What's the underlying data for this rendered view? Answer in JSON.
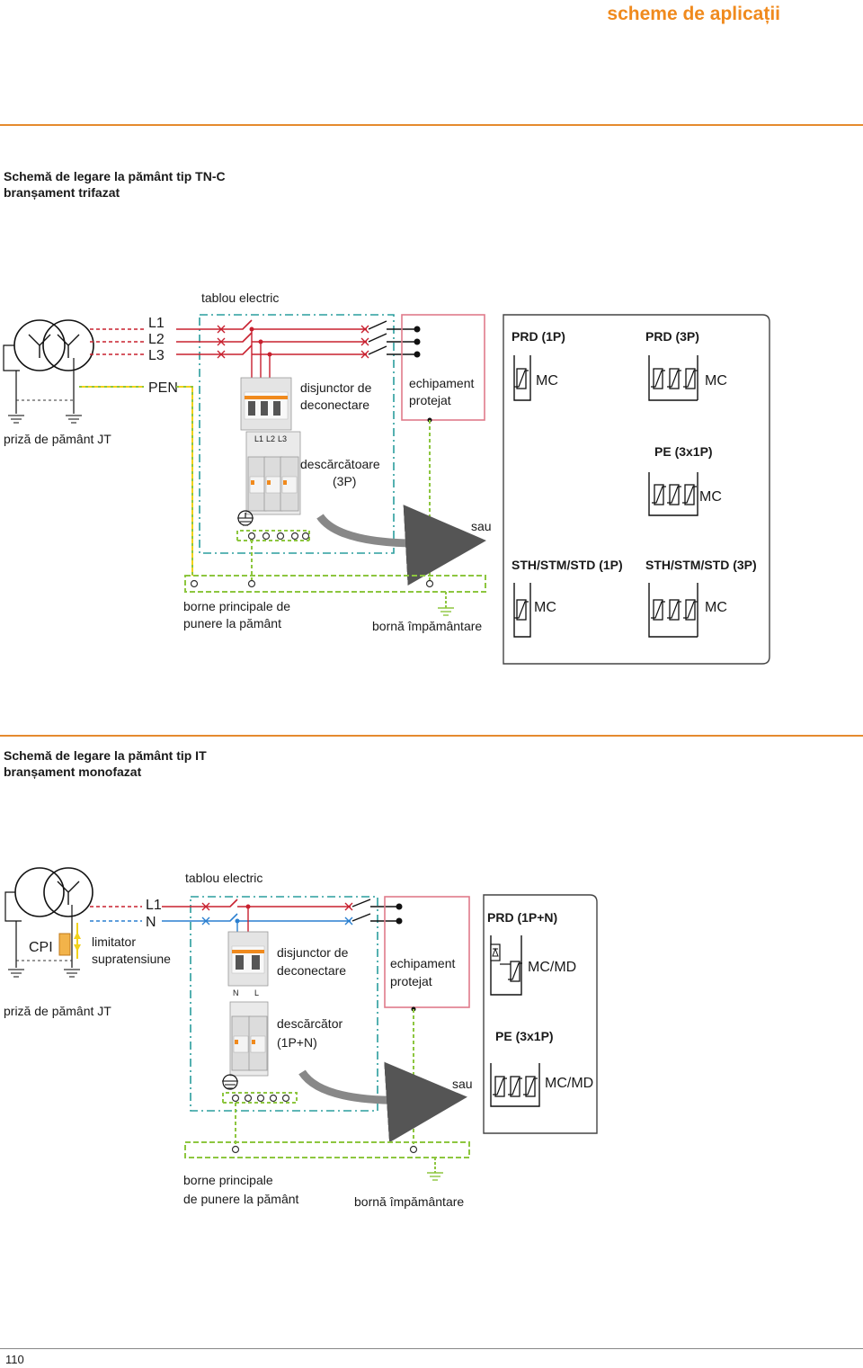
{
  "header": {
    "title": "scheme de aplicații"
  },
  "section1": {
    "title_line1": "Schemă de legare la pământ tip TN-C",
    "title_line2": "branșament trifazat",
    "board_label": "tablou electric",
    "phase_l1": "L1",
    "phase_l2": "L2",
    "phase_l3": "L3",
    "pen_label": "PEN",
    "earth_socket": "priză de pământ JT",
    "breaker_line1": "disjunctor de",
    "breaker_line2": "deconectare",
    "protected_line1": "echipament",
    "protected_line2": "protejat",
    "arrester_line1": "descărcătoare",
    "arrester_line2": "(3P)",
    "module_l1": "L1",
    "module_l2": "L2",
    "module_l3": "L3",
    "or_label": "sau",
    "main_terminals_line1": "borne principale de",
    "main_terminals_line2": "punere la pământ",
    "earthing_terminal": "bornă împământare",
    "prd_1p": "PRD (1P)",
    "prd_3p": "PRD (3P)",
    "pe_3x1p": "PE (3x1P)",
    "sth_1p": "STH/STM/STD (1P)",
    "sth_3p": "STH/STM/STD (3P)",
    "mc": "MC"
  },
  "section2": {
    "title_line1": "Schemă de legare la pământ tip IT",
    "title_line2": "branșament monofazat",
    "board_label": "tablou electric",
    "phase_l1": "L1",
    "neutral": "N",
    "cpi": "CPI",
    "limiter_line1": "limitator",
    "limiter_line2": "supratensiune",
    "earth_socket": "priză de pământ JT",
    "breaker_line1": "disjunctor de",
    "breaker_line2": "deconectare",
    "protected_line1": "echipament",
    "protected_line2": "protejat",
    "arrester_line1": "descărcător",
    "arrester_line2": "(1P+N)",
    "module_n": "N",
    "module_l": "L",
    "or_label": "sau",
    "main_terminals_line1": "borne principale",
    "main_terminals_line2": "de punere la pământ",
    "earthing_terminal": "bornă împământare",
    "prd_1pn": "PRD (1P+N)",
    "pe_3x1p": "PE (3x1P)",
    "mc_md": "MC/MD"
  },
  "footer": {
    "page_number": "110"
  },
  "colors": {
    "accent": "#f08a1d",
    "phase": "#c8202f",
    "neutral": "#2a7fd0",
    "earth_green": "#8dc63f",
    "earth_yellow": "#f2d21b",
    "board": "#2a9d9d",
    "protected_box": "#e07b8a"
  }
}
